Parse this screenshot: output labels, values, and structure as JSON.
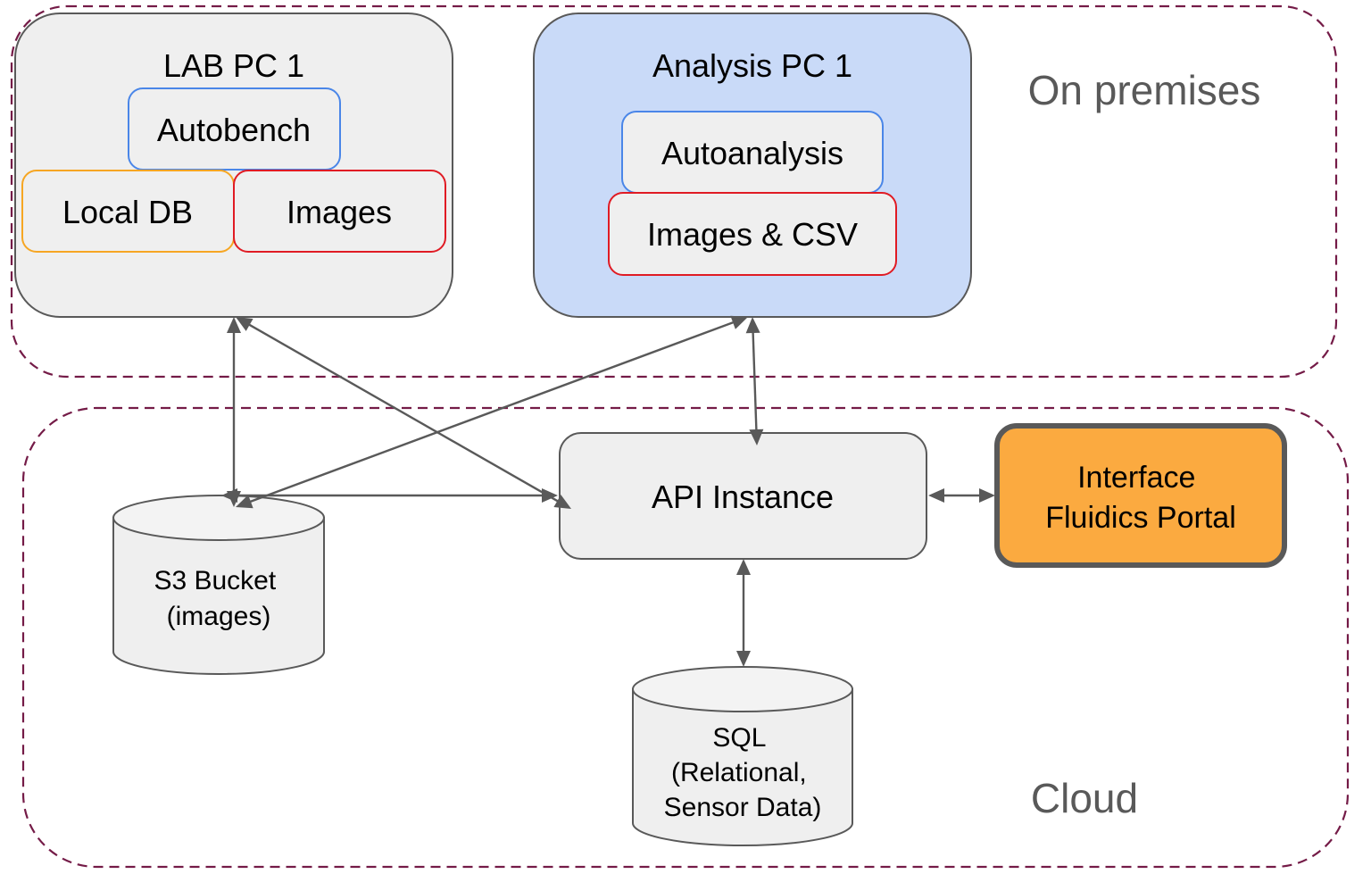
{
  "diagram": {
    "zones": {
      "on_premises": {
        "label": "On premises",
        "border_color": "#741b47"
      },
      "cloud": {
        "label": "Cloud",
        "border_color": "#741b47"
      }
    },
    "nodes": {
      "lab_pc": {
        "title": "LAB PC 1",
        "fill": "#efefef",
        "components": {
          "autobench": {
            "label": "Autobench",
            "border_color": "#4a86e8"
          },
          "local_db": {
            "label": "Local DB",
            "border_color": "#f6a623"
          },
          "images": {
            "label": "Images",
            "border_color": "#e01b24"
          }
        }
      },
      "analysis_pc": {
        "title": "Analysis PC 1",
        "fill": "#c9daf8",
        "components": {
          "autoanalysis": {
            "label": "Autoanalysis",
            "border_color": "#4a86e8"
          },
          "images_csv": {
            "label": "Images & CSV",
            "border_color": "#e01b24"
          }
        }
      },
      "api_instance": {
        "label": "API Instance",
        "fill": "#efefef"
      },
      "portal": {
        "label_lines": [
          "Interface",
          "Fluidics Portal"
        ],
        "fill": "#fbaa40",
        "border_color": "#595959"
      },
      "s3_bucket": {
        "label_lines": [
          "S3 Bucket",
          "(images)"
        ]
      },
      "sql": {
        "label_lines": [
          "SQL",
          "(Relational,",
          "Sensor Data)"
        ]
      }
    },
    "connections": [
      {
        "from": "lab_pc",
        "to": "s3_bucket",
        "direction": "bidirectional"
      },
      {
        "from": "lab_pc",
        "to": "api_instance",
        "direction": "bidirectional"
      },
      {
        "from": "analysis_pc",
        "to": "s3_bucket",
        "direction": "bidirectional"
      },
      {
        "from": "analysis_pc",
        "to": "api_instance",
        "direction": "bidirectional"
      },
      {
        "from": "s3_bucket",
        "to": "api_instance",
        "direction": "bidirectional"
      },
      {
        "from": "api_instance",
        "to": "portal",
        "direction": "bidirectional"
      },
      {
        "from": "api_instance",
        "to": "sql",
        "direction": "bidirectional"
      }
    ],
    "arrow_color": "#595959"
  }
}
